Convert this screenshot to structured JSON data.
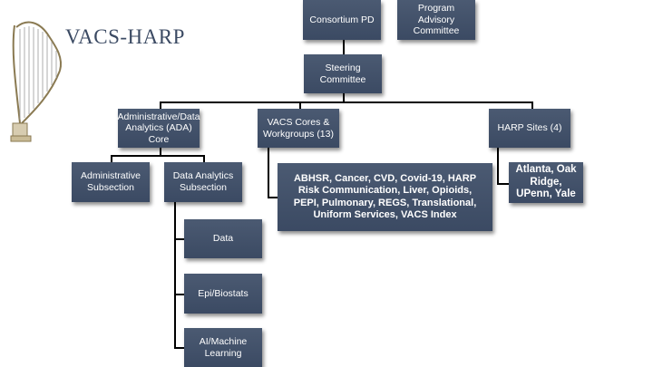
{
  "logo": {
    "title": "VACS-HARP",
    "icon": "harp-icon"
  },
  "colors": {
    "box_fill": "#3e4d66",
    "box_text": "#ffffff",
    "connector": "#000000",
    "title": "#3b4a63"
  },
  "nodes": {
    "consortium_pd": "Consortium PD",
    "program_advisory": "Program Advisory Committee",
    "steering": "Steering Committee",
    "ada_core": "Administrative/Data Analytics (ADA) Core",
    "vacs_cores": "VACS Cores & Workgroups (13)",
    "harp_sites": "HARP Sites (4)",
    "admin_subsection": "Administrative Subsection",
    "data_analytics_subsection": "Data Analytics Subsection",
    "workgroups_list": "ABHSR, Cancer, CVD, Covid-19, HARP Risk Communication, Liver, Opioids, PEPI, Pulmonary, REGS, Translational, Uniform Services, VACS Index",
    "sites_list": "Atlanta, Oak Ridge, UPenn, Yale",
    "data": "Data",
    "epi_biostats": "Epi/Biostats",
    "ai_ml": "AI/Machine Learning"
  }
}
